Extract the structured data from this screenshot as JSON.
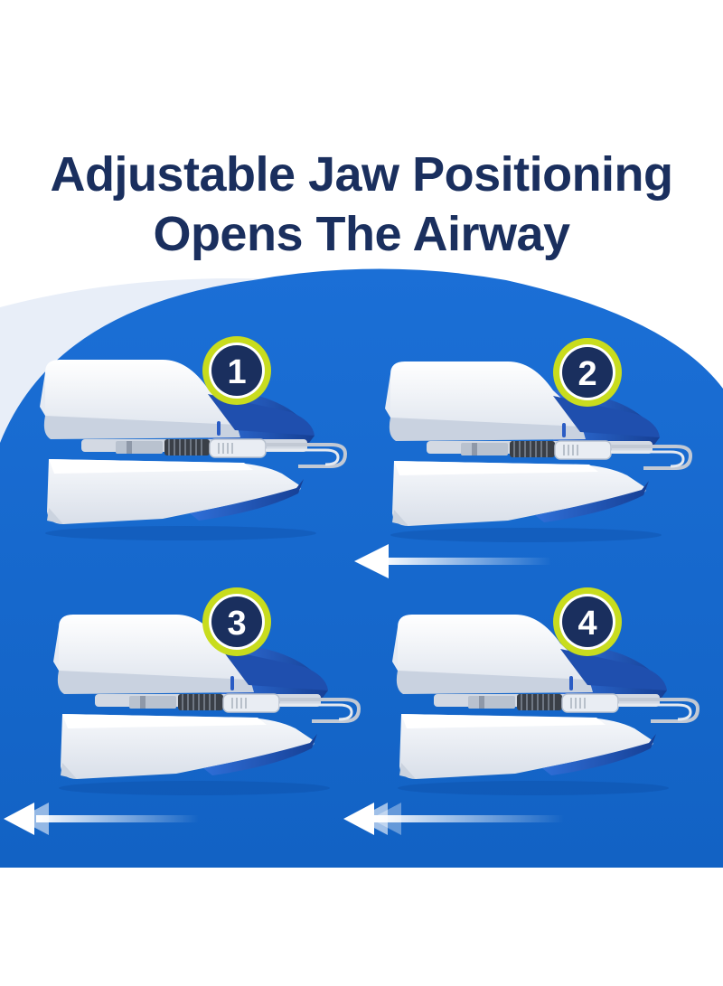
{
  "title": {
    "line1": "Adjustable Jaw Positioning",
    "line2": "Opens The Airway"
  },
  "colors": {
    "title": "#1a2f5e",
    "background_blue": "#1565c8",
    "light_blue_band": "#e8eef8",
    "badge_fill": "#1a2f5e",
    "badge_ring": "#c8dc1e",
    "device_white": "#f4f6fa",
    "device_accent": "#1f4fae"
  },
  "steps": [
    {
      "number": "1",
      "arrow": "none"
    },
    {
      "number": "2",
      "arrow": "single"
    },
    {
      "number": "3",
      "arrow": "double"
    },
    {
      "number": "4",
      "arrow": "triple"
    }
  ]
}
